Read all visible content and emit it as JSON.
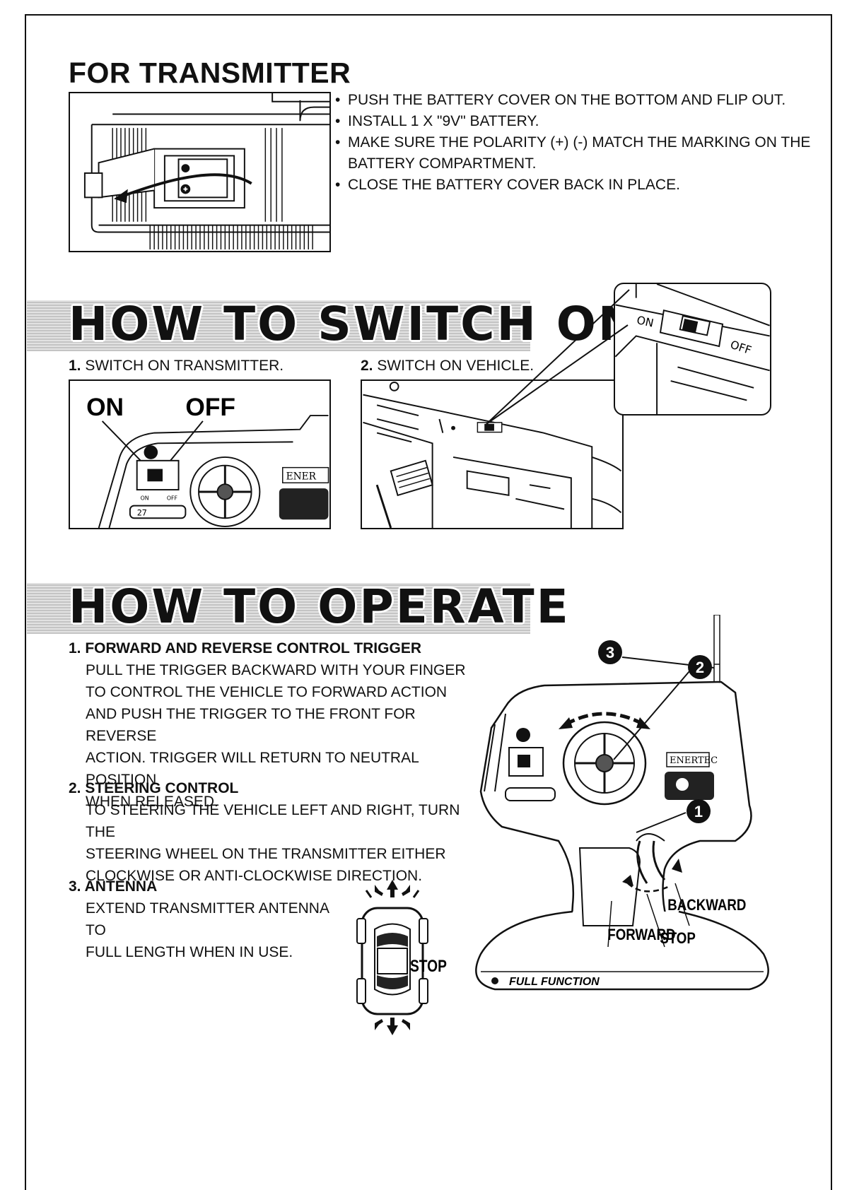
{
  "transmitter": {
    "title": "FOR TRANSMITTER",
    "bullets": [
      "PUSH THE BATTERY COVER ON THE BOTTOM AND FLIP OUT.",
      "INSTALL 1 X \"9V\" BATTERY.",
      "MAKE SURE THE POLARITY (+) (-) MATCH THE MARKING ON THE BATTERY COMPARTMENT.",
      "CLOSE THE BATTERY COVER BACK IN PLACE."
    ]
  },
  "switch_on": {
    "title": "HOW TO SWITCH ON",
    "step1_num": "1.",
    "step1_text": "SWITCH ON TRANSMITTER.",
    "step2_num": "2.",
    "step2_text": "SWITCH ON VEHICLE.",
    "on_label": "ON",
    "off_label": "OFF",
    "small_on": "ON",
    "small_off": "OFF",
    "freq_label": "27",
    "brand_fragment": "ENER"
  },
  "operate": {
    "title": "HOW TO OPERATE",
    "sections": [
      {
        "heading": "1. FORWARD AND REVERSE CONTROL TRIGGER",
        "lines": [
          "PULL THE TRIGGER BACKWARD WITH YOUR FINGER",
          "TO CONTROL THE VEHICLE TO FORWARD ACTION",
          "AND PUSH THE TRIGGER TO THE FRONT FOR REVERSE",
          "ACTION. TRIGGER WILL RETURN TO NEUTRAL POSITION",
          "WHEN RELEASED."
        ]
      },
      {
        "heading": "2. STEERING CONTROL",
        "lines": [
          "TO STEERING THE VEHICLE LEFT AND RIGHT, TURN THE",
          "STEERING WHEEL ON THE TRANSMITTER EITHER",
          "CLOCKWISE OR ANTI-CLOCKWISE DIRECTION."
        ]
      },
      {
        "heading": "3. ANTENNA",
        "lines": [
          "EXTEND TRANSMITTER ANTENNA TO",
          "FULL LENGTH WHEN IN USE."
        ]
      }
    ],
    "car_stop_label": "STOP",
    "callouts": [
      "1",
      "2",
      "3"
    ],
    "forward_label": "FORWARD",
    "backward_label": "BACKWARD",
    "stop_label": "STOP",
    "brand": "ENERTEC",
    "footer_brand": "FULL FUNCTION"
  }
}
